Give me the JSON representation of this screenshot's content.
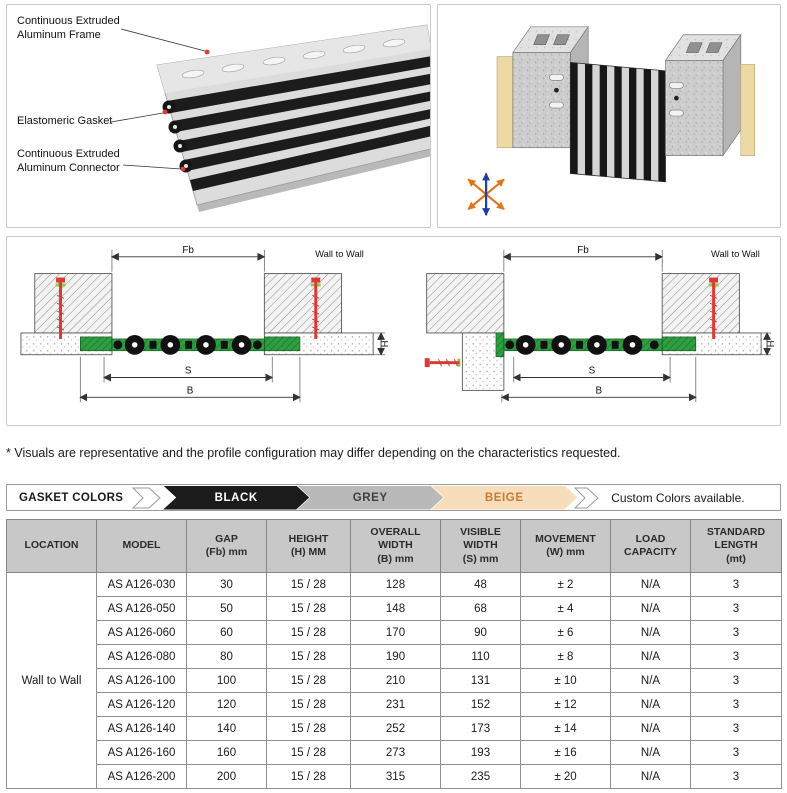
{
  "top_left_panel": {
    "labels": {
      "frame": "Continuous Extruded\nAluminum Frame",
      "gasket": "Elastomeric Gasket",
      "connector": "Continuous Extruded\nAluminum Connector"
    }
  },
  "drawings": {
    "left": {
      "gap": "Fb",
      "visible": "S",
      "overall": "B",
      "height": "H",
      "title": "Wall to Wall"
    },
    "right": {
      "gap": "Fb",
      "visible": "S",
      "overall": "B",
      "height": "H",
      "title": "Wall to Wall"
    }
  },
  "footnote": "* Visuals are representative and the profile configuration may differ depending on the characteristics requested.",
  "gasket_colors": {
    "label": "GASKET COLORS",
    "options": [
      {
        "name": "BLACK",
        "bg": "#1b1b1b",
        "text": "#ffffff"
      },
      {
        "name": "GREY",
        "bg": "#b9b9b9",
        "text": "#3f3f3f"
      },
      {
        "name": "BEIGE",
        "bg": "#f7ddbb",
        "text": "#c97b2d"
      }
    ],
    "note": "Custom Colors available."
  },
  "table": {
    "headers": [
      "LOCATION",
      "MODEL",
      "GAP\n(Fb) mm",
      "HEIGHT\n(H) MM",
      "OVERALL\nWIDTH\n(B) mm",
      "VISIBLE\nWIDTH\n(S) mm",
      "MOVEMENT\n(W) mm",
      "LOAD\nCAPACITY",
      "STANDARD\nLENGTH\n(mt)"
    ],
    "location": "Wall to Wall",
    "rows": [
      {
        "model": "AS A126-030",
        "gap": "30",
        "height": "15 / 28",
        "overall": "128",
        "visible": "48",
        "movement": "± 2",
        "load": "N/A",
        "length": "3"
      },
      {
        "model": "AS A126-050",
        "gap": "50",
        "height": "15 / 28",
        "overall": "148",
        "visible": "68",
        "movement": "± 4",
        "load": "N/A",
        "length": "3"
      },
      {
        "model": "AS A126-060",
        "gap": "60",
        "height": "15 / 28",
        "overall": "170",
        "visible": "90",
        "movement": "± 6",
        "load": "N/A",
        "length": "3"
      },
      {
        "model": "AS A126-080",
        "gap": "80",
        "height": "15 / 28",
        "overall": "190",
        "visible": "110",
        "movement": "± 8",
        "load": "N/A",
        "length": "3"
      },
      {
        "model": "AS A126-100",
        "gap": "100",
        "height": "15 / 28",
        "overall": "210",
        "visible": "131",
        "movement": "± 10",
        "load": "N/A",
        "length": "3"
      },
      {
        "model": "AS A126-120",
        "gap": "120",
        "height": "15 / 28",
        "overall": "231",
        "visible": "152",
        "movement": "± 12",
        "load": "N/A",
        "length": "3"
      },
      {
        "model": "AS A126-140",
        "gap": "140",
        "height": "15 / 28",
        "overall": "252",
        "visible": "173",
        "movement": "± 14",
        "load": "N/A",
        "length": "3"
      },
      {
        "model": "AS A126-160",
        "gap": "160",
        "height": "15 / 28",
        "overall": "273",
        "visible": "193",
        "movement": "± 16",
        "load": "N/A",
        "length": "3"
      },
      {
        "model": "AS A126-200",
        "gap": "200",
        "height": "15 / 28",
        "overall": "315",
        "visible": "235",
        "movement": "± 20",
        "load": "N/A",
        "length": "3"
      }
    ]
  }
}
